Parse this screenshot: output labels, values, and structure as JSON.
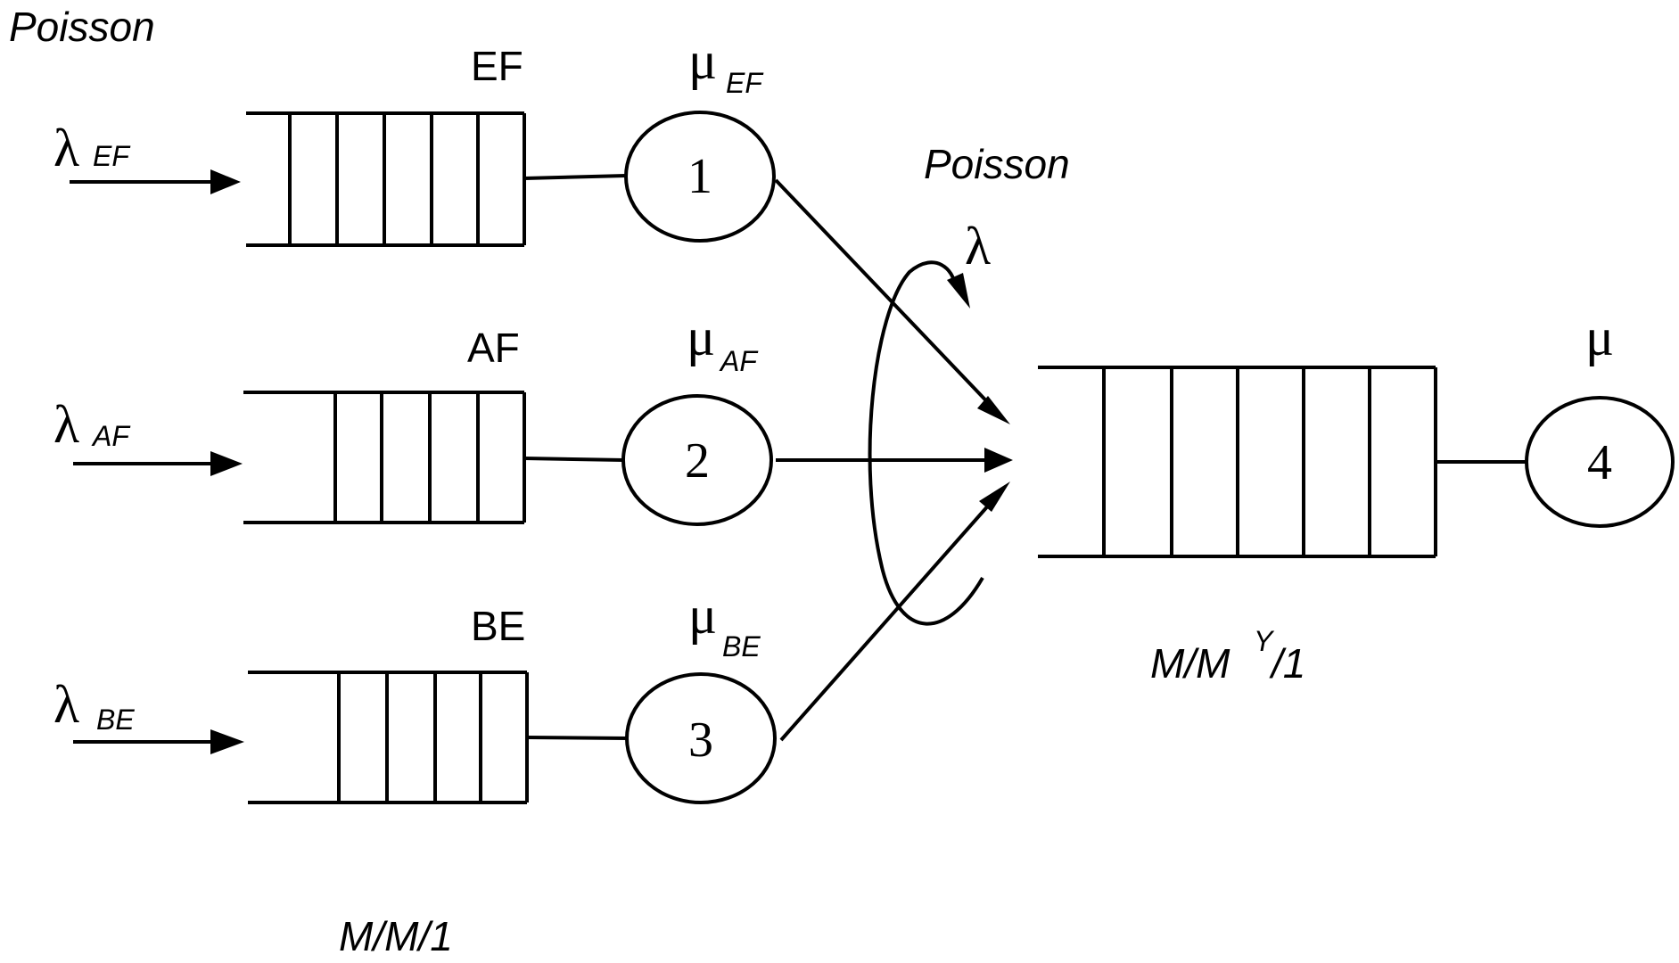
{
  "labels": {
    "poisson_input": "Poisson",
    "poisson_merge": "Poisson",
    "lambda_merge": "λ",
    "mm1": "M/M/1",
    "mmy1_base": "M/M",
    "mmy1_sup": "Y",
    "mmy1_tail": "/1"
  },
  "queues": [
    {
      "class_label": "EF",
      "lambda_symbol": "λ",
      "lambda_sub": "EF",
      "mu_symbol": "μ",
      "mu_sub": "EF",
      "server_number": "1"
    },
    {
      "class_label": "AF",
      "lambda_symbol": "λ",
      "lambda_sub": "AF",
      "mu_symbol": "μ",
      "mu_sub": "AF",
      "server_number": "2"
    },
    {
      "class_label": "BE",
      "lambda_symbol": "λ",
      "lambda_sub": "BE",
      "mu_symbol": "μ",
      "mu_sub": "BE",
      "server_number": "3"
    }
  ],
  "final_server": {
    "mu_symbol": "μ",
    "server_number": "4"
  }
}
